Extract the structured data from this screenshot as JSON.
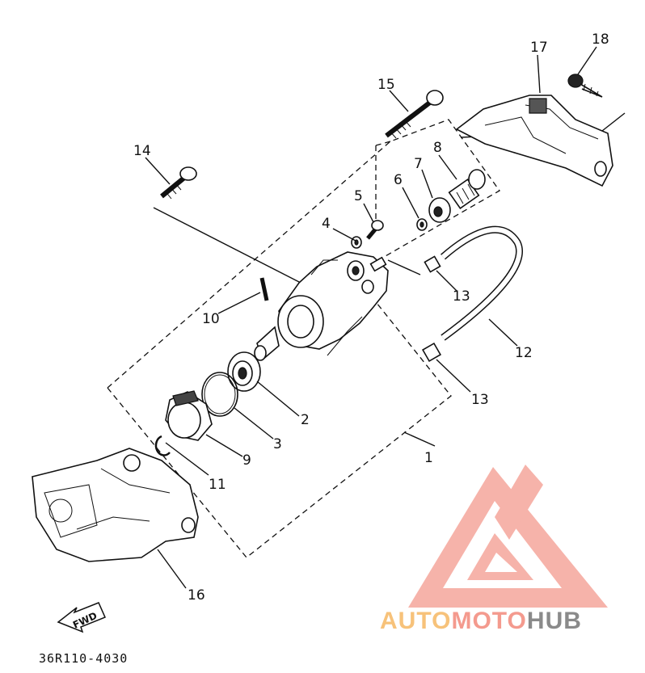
{
  "diagram": {
    "code": "36R110-4030",
    "fwd_label": "FWD",
    "callouts": [
      {
        "id": "1",
        "label": "1"
      },
      {
        "id": "2",
        "label": "2"
      },
      {
        "id": "3",
        "label": "3"
      },
      {
        "id": "4",
        "label": "4"
      },
      {
        "id": "5",
        "label": "5"
      },
      {
        "id": "6",
        "label": "6"
      },
      {
        "id": "7",
        "label": "7"
      },
      {
        "id": "8",
        "label": "8"
      },
      {
        "id": "9",
        "label": "9"
      },
      {
        "id": "10",
        "label": "10"
      },
      {
        "id": "11",
        "label": "11"
      },
      {
        "id": "12",
        "label": "12"
      },
      {
        "id": "13a",
        "label": "13"
      },
      {
        "id": "13b",
        "label": "13"
      },
      {
        "id": "14",
        "label": "14"
      },
      {
        "id": "15",
        "label": "15"
      },
      {
        "id": "16",
        "label": "16"
      },
      {
        "id": "17",
        "label": "17"
      },
      {
        "id": "18",
        "label": "18"
      }
    ]
  },
  "watermark": {
    "part1": "AUTO",
    "part2": "MOTO",
    "part3": "HUB",
    "logo_color": "#f49a8e",
    "auto_color": "#f7c27a",
    "hub_color": "#8a8a8a"
  }
}
